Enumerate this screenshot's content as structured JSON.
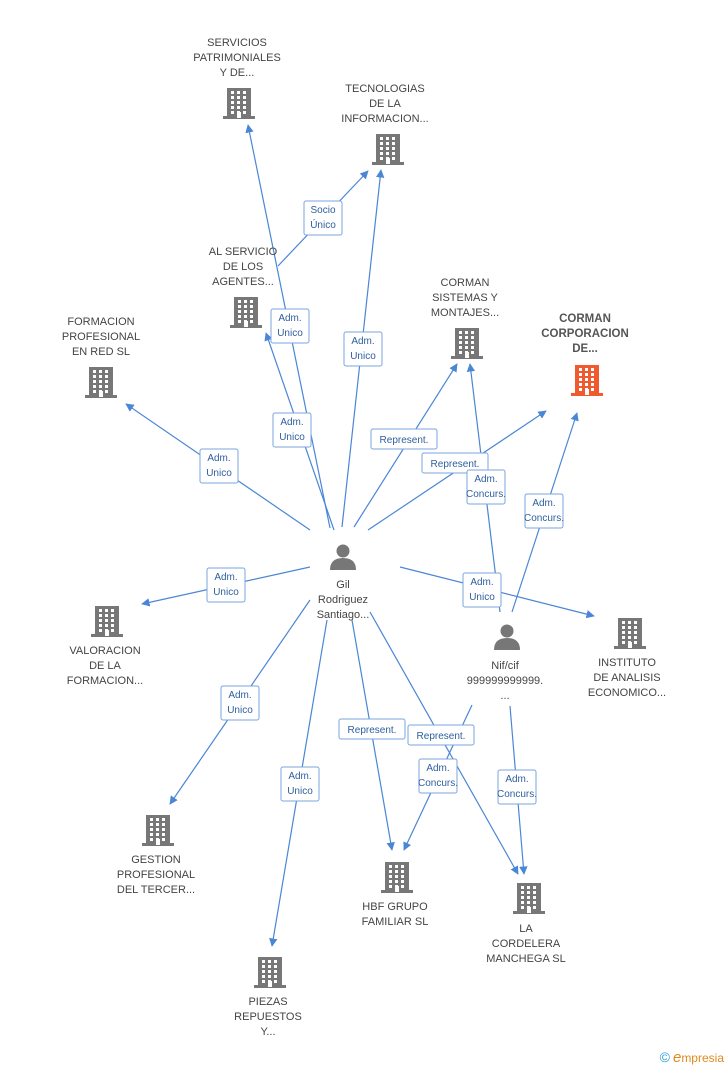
{
  "colors": {
    "building": "#777777",
    "building_highlight": "#ef5b2f",
    "person": "#777777",
    "edge": "#4a86d6",
    "edge_label": "#2f5f9e"
  },
  "nodes": [
    {
      "id": "servicios",
      "type": "company",
      "label": [
        "SERVICIOS",
        "PATRIMONIALES",
        "Y DE..."
      ]
    },
    {
      "id": "tecnologias",
      "type": "company",
      "label": [
        "TECNOLOGIAS",
        "DE LA",
        "INFORMACION..."
      ]
    },
    {
      "id": "alservicio",
      "type": "company",
      "label": [
        "AL SERVICIO",
        "DE LOS",
        "AGENTES..."
      ]
    },
    {
      "id": "formacion",
      "type": "company",
      "label": [
        "FORMACION",
        "PROFESIONAL",
        "EN RED SL"
      ]
    },
    {
      "id": "cormansist",
      "type": "company",
      "label": [
        "CORMAN",
        "SISTEMAS Y",
        "MONTAJES..."
      ]
    },
    {
      "id": "cormancorp",
      "type": "company",
      "highlight": true,
      "label": [
        "CORMAN",
        "CORPORACION",
        "DE..."
      ]
    },
    {
      "id": "gil",
      "type": "person",
      "label": [
        "Gil",
        "Rodriguez",
        "Santiago..."
      ]
    },
    {
      "id": "valoracion",
      "type": "company",
      "label": [
        "VALORACION",
        "DE LA",
        "FORMACION..."
      ]
    },
    {
      "id": "nif",
      "type": "person",
      "label": [
        "Nif/cif",
        "999999999999.",
        "..."
      ]
    },
    {
      "id": "instituto",
      "type": "company",
      "label": [
        "INSTITUTO",
        "DE ANALISIS",
        "ECONOMICO..."
      ]
    },
    {
      "id": "gestion",
      "type": "company",
      "label": [
        "GESTION",
        "PROFESIONAL",
        "DEL TERCER..."
      ]
    },
    {
      "id": "hbf",
      "type": "company",
      "label": [
        "HBF GRUPO",
        "FAMILIAR SL"
      ]
    },
    {
      "id": "cordelera",
      "type": "company",
      "label": [
        "LA",
        "CORDELERA",
        "MANCHEGA SL"
      ]
    },
    {
      "id": "piezas",
      "type": "company",
      "label": [
        "PIEZAS",
        "REPUESTOS",
        "Y..."
      ]
    }
  ],
  "edges": [
    {
      "id": "e1",
      "label": [
        "Adm.",
        "Unico"
      ]
    },
    {
      "id": "e2",
      "label": [
        "Adm.",
        "Unico"
      ]
    },
    {
      "id": "e3",
      "label": [
        "Adm.",
        "Unico"
      ]
    },
    {
      "id": "e4",
      "label": [
        "Adm.",
        "Unico"
      ]
    },
    {
      "id": "e5",
      "label": [
        "Socio",
        "Único"
      ]
    },
    {
      "id": "e6",
      "label": [
        "Represent."
      ]
    },
    {
      "id": "e7",
      "label": [
        "Represent."
      ]
    },
    {
      "id": "e8",
      "label": [
        "Adm.",
        "Concurs."
      ]
    },
    {
      "id": "e9",
      "label": [
        "Adm.",
        "Concurs."
      ]
    },
    {
      "id": "e10",
      "label": [
        "Adm.",
        "Unico"
      ]
    },
    {
      "id": "e11",
      "label": [
        "Adm.",
        "Unico"
      ]
    },
    {
      "id": "e12",
      "label": [
        "Adm.",
        "Unico"
      ]
    },
    {
      "id": "e13",
      "label": [
        "Adm.",
        "Unico"
      ]
    },
    {
      "id": "e14",
      "label": [
        "Adm.",
        "Unico"
      ]
    },
    {
      "id": "e15",
      "label": [
        "Represent."
      ]
    },
    {
      "id": "e16",
      "label": [
        "Represent."
      ]
    },
    {
      "id": "e17",
      "label": [
        "Adm.",
        "Concurs."
      ]
    },
    {
      "id": "e18",
      "label": [
        "Adm.",
        "Concurs."
      ]
    }
  ],
  "footer": {
    "copyright": "©",
    "brand_initial": "e",
    "brand_rest": "mpresia"
  }
}
